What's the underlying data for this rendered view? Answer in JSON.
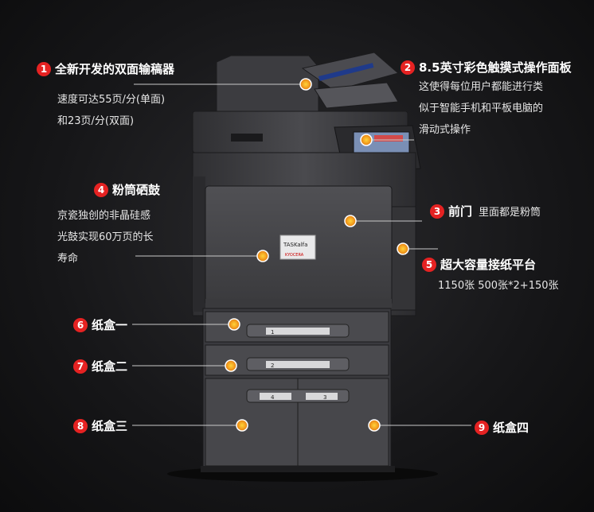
{
  "callouts": [
    {
      "num": "1",
      "title": "全新开发的双面输稿器",
      "desc": [
        "速度可达55页/分(单面)",
        "和23页/分(双面)"
      ]
    },
    {
      "num": "2",
      "title": "8.5英寸彩色触摸式操作面板",
      "desc": [
        "这使得每位用户都能进行类",
        "似于智能手机和平板电脑的",
        "滑动式操作"
      ]
    },
    {
      "num": "3",
      "title": "前门",
      "note": "里面都是粉筒"
    },
    {
      "num": "4",
      "title": "粉筒硒鼓",
      "desc": [
        "京瓷独创的非晶硅感",
        "光鼓实现60万页的长",
        "寿命"
      ]
    },
    {
      "num": "5",
      "title": "超大容量接纸平台",
      "desc": [
        "1150张 500张*2+150张"
      ]
    },
    {
      "num": "6",
      "title": "纸盒一"
    },
    {
      "num": "7",
      "title": "纸盒二"
    },
    {
      "num": "8",
      "title": "纸盒三"
    },
    {
      "num": "9",
      "title": "纸盒四"
    }
  ],
  "machine": {
    "badge_text": "TASKalfa",
    "brand_text": "KYOCERA",
    "drawer_numbers": [
      "1",
      "2",
      "4",
      "3"
    ]
  },
  "colors": {
    "badge": "#e52222",
    "marker": "#f5a623",
    "line": "#e52222",
    "body": "#3b3b3e"
  }
}
